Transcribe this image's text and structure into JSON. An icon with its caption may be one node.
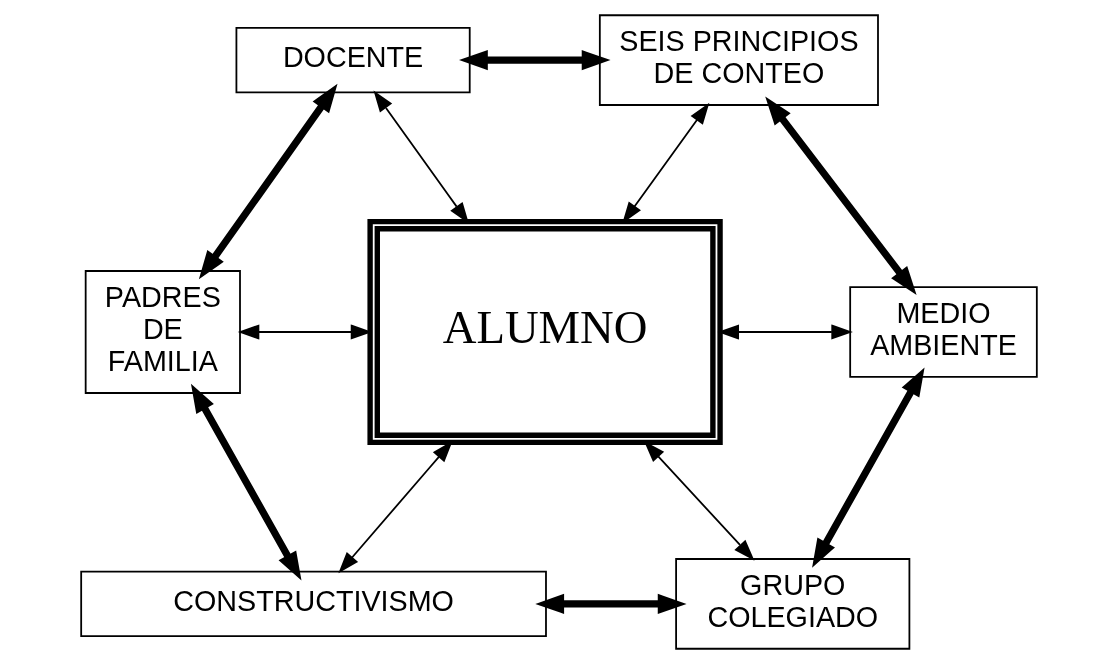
{
  "diagram": {
    "nodes": [
      {
        "text": [
          "DOCENTE"
        ]
      },
      {
        "text": [
          "SEIS PRINCIPIOS DE CONTEO"
        ]
      },
      {
        "text": [
          "PADRES DE FAMILIA"
        ]
      },
      {
        "text": [
          "ALUMNO"
        ]
      },
      {
        "text": [
          "MEDIO AMBIENTE"
        ]
      },
      {
        "text": [
          "CONSTRUCTIVISMO"
        ]
      },
      {
        "text": [
          "GRUPO COLEGIADO"
        ]
      }
    ],
    "edges": [
      {
        "from": 0,
        "to": 1,
        "arrow": "both",
        "style": "thick"
      },
      {
        "from": 1,
        "to": 4,
        "arrow": "both",
        "style": "thick"
      },
      {
        "from": 0,
        "to": 2,
        "arrow": "both",
        "style": "thick"
      },
      {
        "from": 3,
        "to": 0,
        "arrow": "both"
      },
      {
        "from": 3,
        "to": 1,
        "arrow": "both"
      },
      {
        "from": 2,
        "to": 3,
        "arrow": "both"
      },
      {
        "from": 3,
        "to": 4,
        "arrow": "both"
      },
      {
        "from": 2,
        "to": 5,
        "arrow": "both",
        "style": "thick"
      },
      {
        "from": 4,
        "to": 6,
        "arrow": "both",
        "style": "thick"
      },
      {
        "from": 3,
        "to": 5,
        "arrow": "both"
      },
      {
        "from": 3,
        "to": 6,
        "arrow": "both"
      },
      {
        "from": 5,
        "to": 6,
        "arrow": "both",
        "style": "thick"
      }
    ]
  }
}
